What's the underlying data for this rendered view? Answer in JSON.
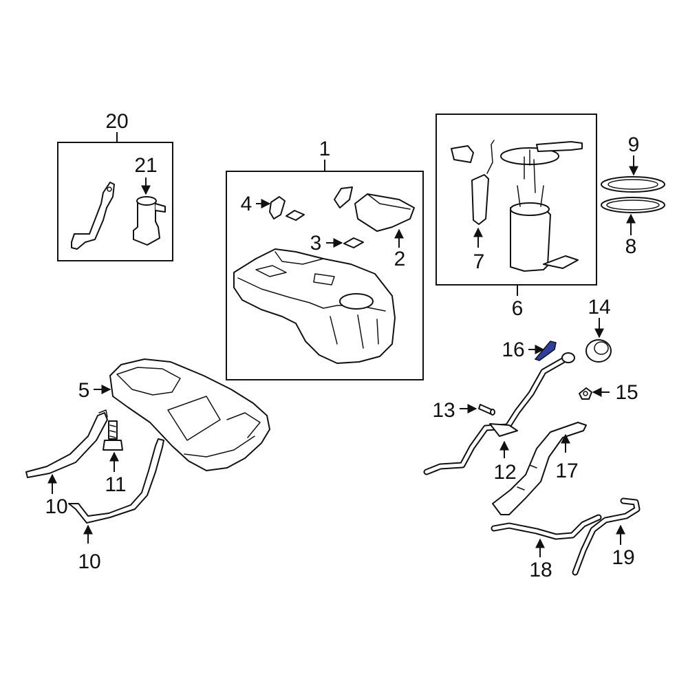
{
  "diagram": {
    "callouts": {
      "c1": "1",
      "c2": "2",
      "c3": "3",
      "c4": "4",
      "c5": "5",
      "c6": "6",
      "c7": "7",
      "c8": "8",
      "c9": "9",
      "c10a": "10",
      "c10b": "10",
      "c11": "11",
      "c12": "12",
      "c13": "13",
      "c14": "14",
      "c15": "15",
      "c16": "16",
      "c17": "17",
      "c18": "18",
      "c19": "19",
      "c20": "20",
      "c21": "21"
    },
    "highlight_color": "#2f3f9e",
    "line_color": "#111111"
  }
}
